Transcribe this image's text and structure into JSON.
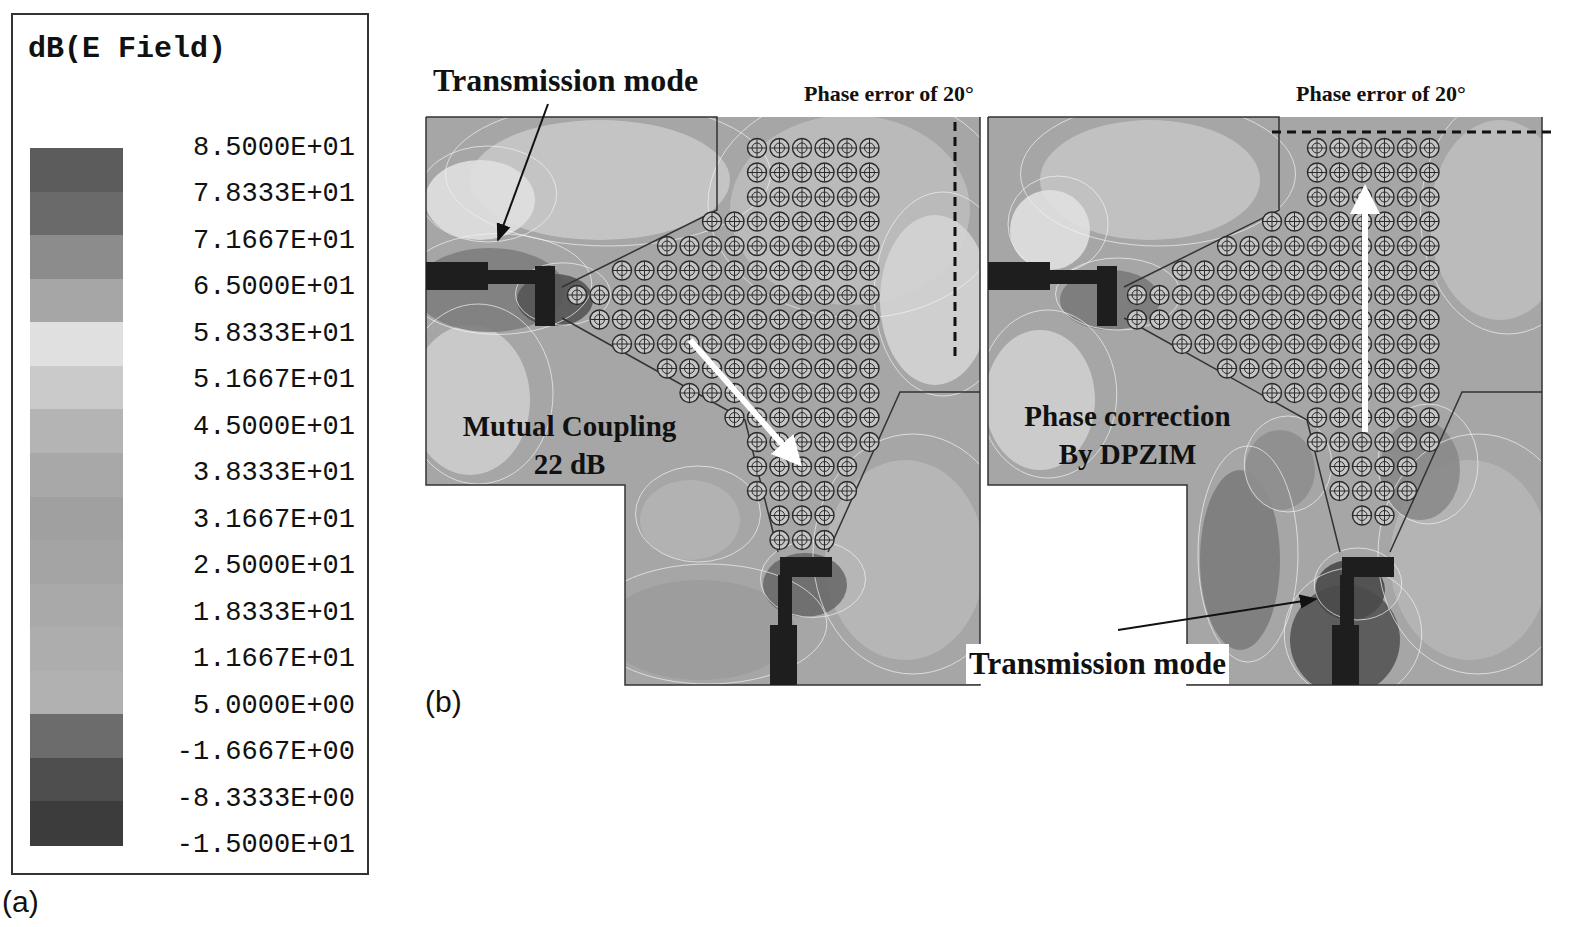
{
  "diagram": {
    "labels": [
      "dB(E Field)",
      "(a)",
      "Transmission mode",
      "Phase error of 20°",
      "Phase error of 20°",
      "Mutual Coupling 22 dB",
      "Phase correction By DPZIM",
      "Transmission mode",
      "(b)"
    ],
    "legend": [
      {
        "text": "8.5000E+01",
        "color": "#5c5c5c"
      },
      {
        "text": "7.8333E+01",
        "color": "#6a6a6a"
      },
      {
        "text": "7.1667E+01",
        "color": "#8c8c8c"
      },
      {
        "text": "6.5000E+01",
        "color": "#a6a6a6"
      },
      {
        "text": "5.8333E+01",
        "color": "#e0e0e0"
      },
      {
        "text": "5.1667E+01",
        "color": "#cacaca"
      },
      {
        "text": "4.5000E+01",
        "color": "#b4b4b4"
      },
      {
        "text": "3.8333E+01",
        "color": "#a8a8a8"
      },
      {
        "text": "3.1667E+01",
        "color": "#a0a0a0"
      },
      {
        "text": "2.5000E+01",
        "color": "#a4a4a4"
      },
      {
        "text": "1.8333E+01",
        "color": "#a9a9a9"
      },
      {
        "text": "1.1667E+01",
        "color": "#adadad"
      },
      {
        "text": "5.0000E+00",
        "color": "#b1b1b1"
      },
      {
        "text": "-1.6667E+00",
        "color": "#6c6c6c"
      },
      {
        "text": "-8.3333E+00",
        "color": "#4e4e4e"
      },
      {
        "text": "-1.5000E+01",
        "color": "#3c3c3c"
      }
    ]
  }
}
